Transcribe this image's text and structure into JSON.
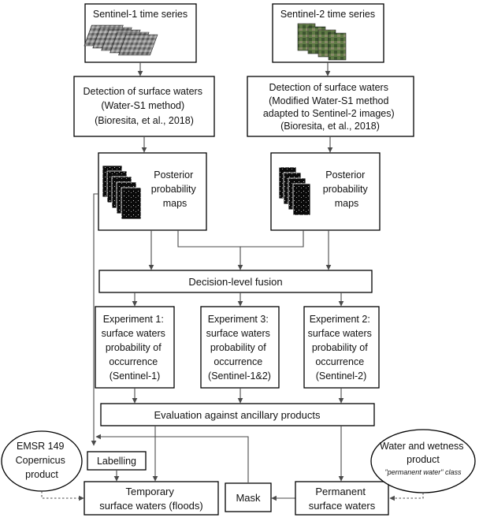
{
  "diagram": {
    "s1_series": "Sentinel-1 time series",
    "s2_series": "Sentinel-2 time series",
    "s1_detection": [
      "Detection of surface waters",
      "(Water-S1 method)",
      "(Bioresita, et al., 2018)"
    ],
    "s2_detection": [
      "Detection of surface waters",
      "(Modified Water-S1 method",
      "adapted to Sentinel-2 images)",
      "(Bioresita, et al., 2018)"
    ],
    "s1_posterior": [
      "Posterior",
      "probability",
      "maps"
    ],
    "s2_posterior": [
      "Posterior",
      "probability",
      "maps"
    ],
    "fusion": "Decision-level fusion",
    "exp1": [
      "Experiment 1:",
      "surface waters",
      "probability of",
      "occurrence",
      "(Sentinel-1)"
    ],
    "exp3": [
      "Experiment 3:",
      "surface waters",
      "probability of",
      "occurrence",
      "(Sentinel-1&2)"
    ],
    "exp2": [
      "Experiment 2:",
      "surface waters",
      "probability of",
      "occurrence",
      "(Sentinel-2)"
    ],
    "evaluation": "Evaluation against ancillary products",
    "emsr": [
      "EMSR 149",
      "Copernicus",
      "product"
    ],
    "labelling": "Labelling",
    "temporary": [
      "Temporary",
      "surface waters (floods)"
    ],
    "mask": "Mask",
    "permanent": [
      "Permanent",
      "surface waters"
    ],
    "water_wetness": [
      "Water and wetness",
      "product"
    ],
    "water_wetness_class": "\"permanent water\" class"
  },
  "colors": {
    "line": "#4a4a4a",
    "box_border": "#000000"
  }
}
